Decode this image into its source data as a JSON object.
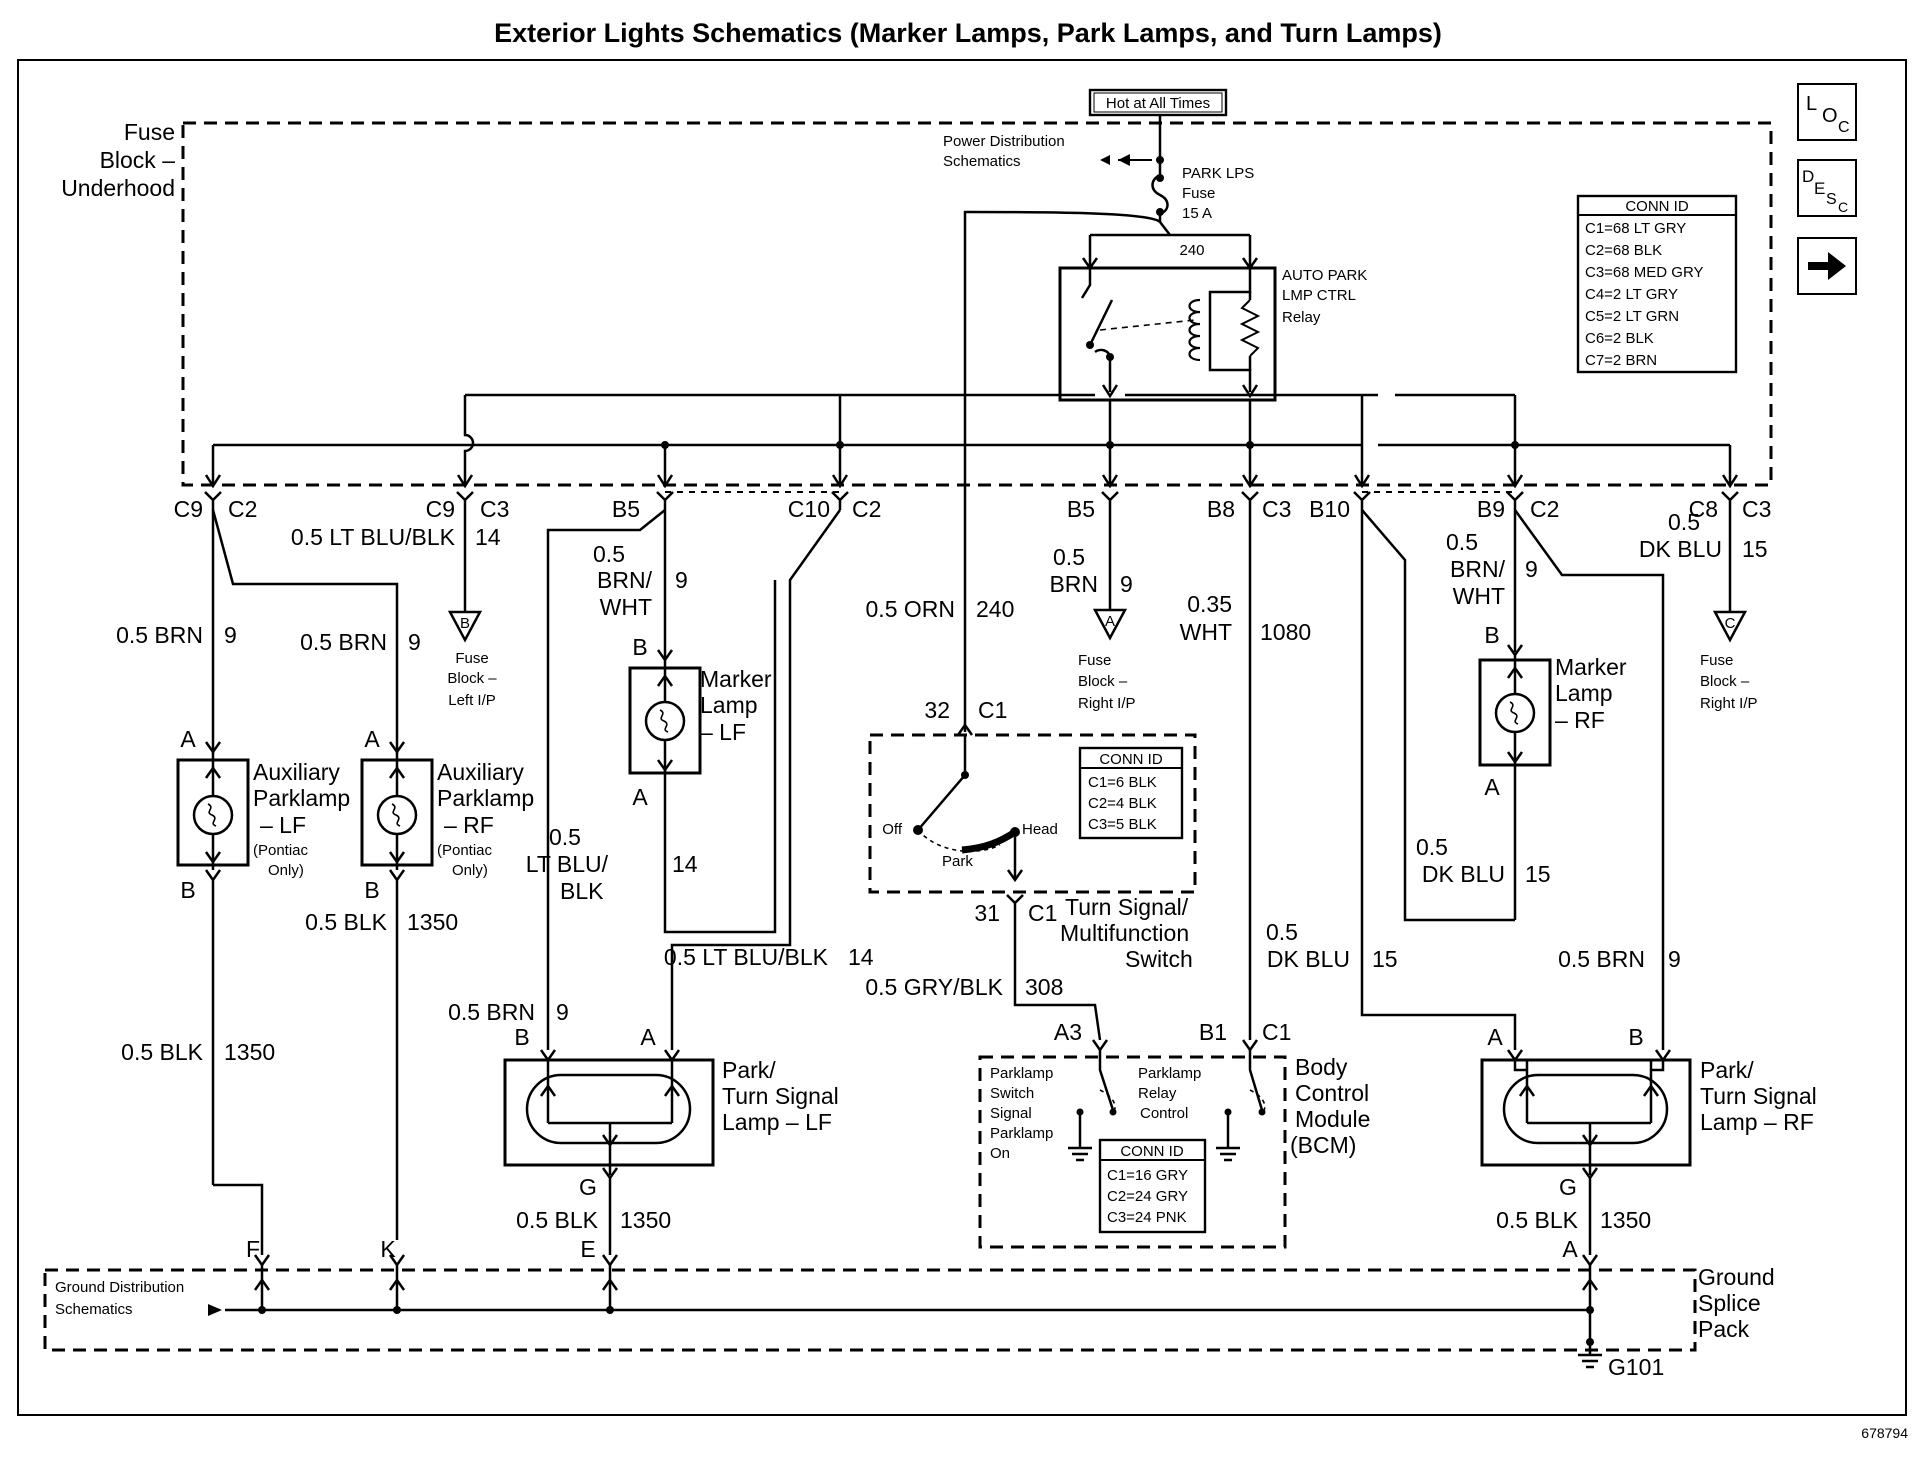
{
  "title": "Exterior Lights Schematics (Marker Lamps, Park Lamps, and Turn Lamps)",
  "figure_id": "678794",
  "nav_icons": {
    "loc": "LOC",
    "desc": "DESC",
    "next": "arrow-right-icon"
  },
  "fuse_block": {
    "label": [
      "Fuse",
      "Block –",
      "Underhood"
    ],
    "hot": "Hot at All Times",
    "power_dist": [
      "Power Distribution",
      "Schematics"
    ],
    "fuse": [
      "PARK LPS",
      "Fuse",
      "15 A"
    ],
    "relay": [
      "AUTO PARK",
      "LMP CTRL",
      "Relay"
    ],
    "circuit_240": "240",
    "conn_id": {
      "title": "CONN ID",
      "lines": [
        "C1=68 LT GRY",
        "C2=68 BLK",
        "C3=68 MED GRY",
        "C4=2 LT GRY",
        "C5=2 LT GRN",
        "C6=2 BLK",
        "C7=2 BRN"
      ]
    }
  },
  "connectors": {
    "c9_c2": [
      "C9",
      "C2"
    ],
    "c9_c3": [
      "C9",
      "C3"
    ],
    "b5_left": "B5",
    "c10_c2": [
      "C10",
      "C2"
    ],
    "b5_right": "B5",
    "b8_c3": [
      "B8",
      "C3"
    ],
    "b10": "B10",
    "b9_c2": [
      "B9",
      "C2"
    ],
    "c8_c3": [
      "C8",
      "C3"
    ]
  },
  "wires": {
    "w1": [
      "0.5 BRN",
      "9"
    ],
    "w2": [
      "0.5 BRN",
      "9"
    ],
    "w3": [
      "0.5 LT BLU/BLK",
      "14"
    ],
    "w4": [
      "0.5",
      "BRN/",
      "WHT",
      "9"
    ],
    "w5": [
      "0.5 ORN",
      "240"
    ],
    "w6": [
      "0.5",
      "BRN",
      "9"
    ],
    "w7": [
      "0.35",
      "WHT",
      "1080"
    ],
    "w8": [
      "0.5",
      "BRN/",
      "WHT",
      "9"
    ],
    "w9": [
      "0.5",
      "DK BLU",
      "15"
    ],
    "w10": [
      "0.5 BLK",
      "1350"
    ],
    "w11": [
      "0.5",
      "LT BLU/",
      "BLK",
      "14"
    ],
    "w12": [
      "0.5 LT BLU/BLK",
      "14"
    ],
    "w13": [
      "0.5 GRY/BLK",
      "308"
    ],
    "w14": [
      "0.5 BRN",
      "9"
    ],
    "w15": [
      "0.5 BLK",
      "1350"
    ],
    "w16": [
      "0.5 BLK",
      "1350"
    ],
    "w17": [
      "0.5",
      "DK BLU",
      "15"
    ],
    "w18": [
      "0.5",
      "DK BLU",
      "15"
    ],
    "w19": [
      "0.5 BRN",
      "9"
    ],
    "w20": [
      "0.5 BLK",
      "1350"
    ]
  },
  "ground_refs": {
    "b": {
      "letter": "B",
      "text": [
        "Fuse",
        "Block –",
        "Left I/P"
      ]
    },
    "a": {
      "letter": "A",
      "text": [
        "Fuse",
        "Block –",
        "Right I/P"
      ]
    },
    "c": {
      "letter": "C",
      "text": [
        "Fuse",
        "Block –",
        "Right I/P"
      ]
    }
  },
  "lamps": {
    "aux_lf": {
      "name": [
        "Auxiliary",
        "Parklamp",
        "– LF"
      ],
      "note": [
        "(Pontiac",
        "Only)"
      ],
      "pins": [
        "A",
        "B"
      ]
    },
    "aux_rf": {
      "name": [
        "Auxiliary",
        "Parklamp",
        "– RF"
      ],
      "note": [
        "(Pontiac",
        "Only)"
      ],
      "pins": [
        "A",
        "B"
      ]
    },
    "marker_lf": {
      "name": [
        "Marker",
        "Lamp",
        "– LF"
      ],
      "pins": [
        "B",
        "A"
      ]
    },
    "marker_rf": {
      "name": [
        "Marker",
        "Lamp",
        "– RF"
      ],
      "pins": [
        "B",
        "A"
      ]
    },
    "park_lf": {
      "name": [
        "Park/",
        "Turn Signal",
        "Lamp – LF"
      ],
      "pins": [
        "B",
        "A",
        "G"
      ]
    },
    "park_rf": {
      "name": [
        "Park/",
        "Turn Signal",
        "Lamp – RF"
      ],
      "pins": [
        "A",
        "B",
        "G"
      ]
    }
  },
  "switch": {
    "name": [
      "Turn Signal/",
      "Multifunction",
      "Switch"
    ],
    "pin_in": [
      "32",
      "C1"
    ],
    "pin_out": [
      "31",
      "C1"
    ],
    "positions": [
      "Off",
      "Park",
      "Head"
    ],
    "conn_id": {
      "title": "CONN ID",
      "lines": [
        "C1=6 BLK",
        "C2=4 BLK",
        "C3=5 BLK"
      ]
    }
  },
  "bcm": {
    "name": [
      "Body",
      "Control",
      "Module",
      "(BCM)"
    ],
    "pins": [
      "A3",
      "B1",
      "C1"
    ],
    "switch_label": [
      "Parklamp",
      "Switch",
      "Signal",
      "Parklamp",
      "On"
    ],
    "relay_label": [
      "Parklamp",
      "Relay",
      "Control"
    ],
    "conn_id": {
      "title": "CONN ID",
      "lines": [
        "C1=16 GRY",
        "C2=24 GRY",
        "C3=24 PNK"
      ]
    }
  },
  "ground": {
    "ref": [
      "Ground Distribution",
      "Schematics"
    ],
    "splice": [
      "Ground",
      "Splice",
      "Pack"
    ],
    "pins": [
      "F",
      "K",
      "E",
      "A"
    ],
    "g101": "G101"
  }
}
